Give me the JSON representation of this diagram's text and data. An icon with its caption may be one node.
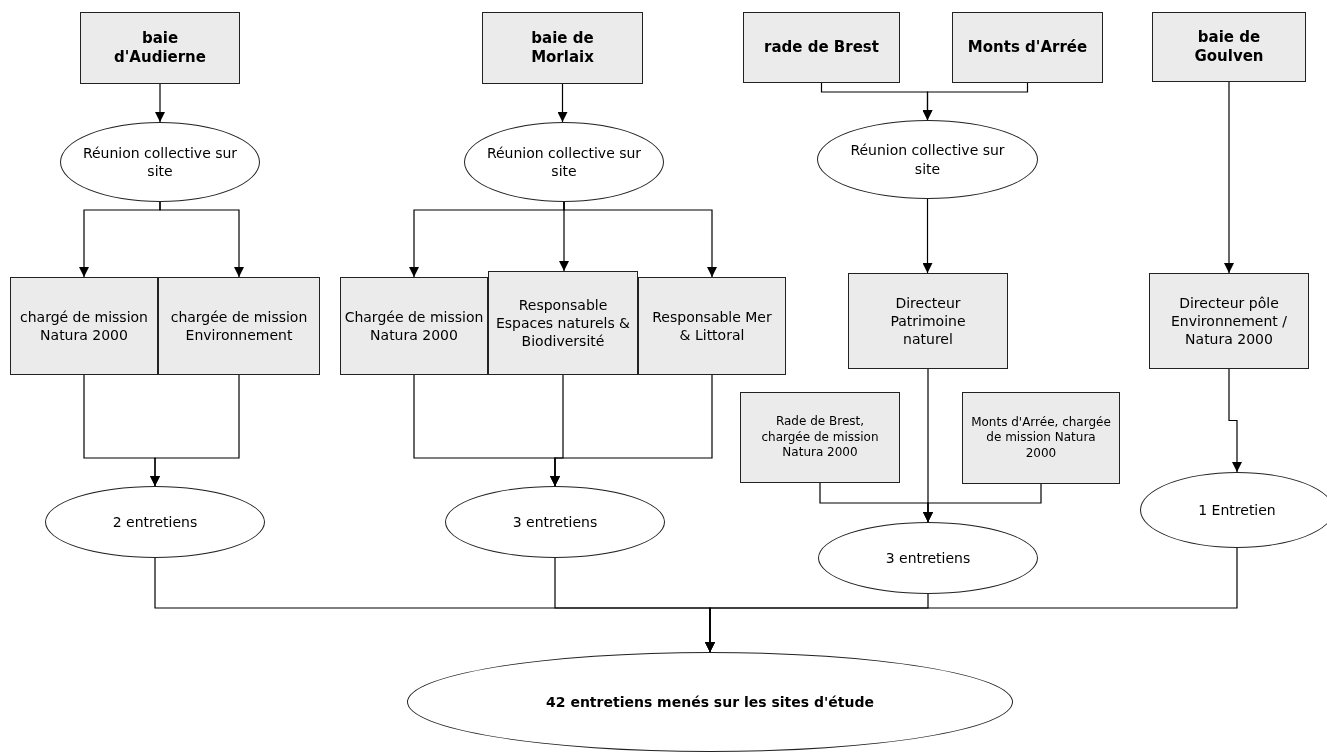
{
  "diagram": {
    "nodes": [
      {
        "text": [
          "baie d'Audierne"
        ]
      },
      {
        "text": [
          "baie de Morlaix"
        ]
      },
      {
        "text": [
          "rade de Brest"
        ]
      },
      {
        "text": [
          "Monts d'Arrée"
        ]
      },
      {
        "text": [
          "baie de Goulven"
        ]
      },
      {
        "text": [
          "Réunion collective sur site"
        ]
      },
      {
        "text": [
          "Réunion collective sur site"
        ]
      },
      {
        "text": [
          "Réunion collective sur site"
        ]
      },
      {
        "text": [
          "chargé de mission Natura 2000"
        ]
      },
      {
        "text": [
          "chargée de mission Environnement"
        ]
      },
      {
        "text": [
          "Chargée de mission Natura 2000"
        ]
      },
      {
        "text": [
          "Responsable Espaces naturels & Biodiversité"
        ]
      },
      {
        "text": [
          "Responsable Mer & Littoral"
        ]
      },
      {
        "text": [
          "Directeur Patrimoine naturel"
        ]
      },
      {
        "text": [
          "Directeur pôle Environnement / Natura 2000"
        ]
      },
      {
        "text": [
          "Rade de Brest, chargée de mission Natura 2000"
        ]
      },
      {
        "text": [
          "Monts d'Arrée, chargée de mission Natura 2000"
        ]
      },
      {
        "text": [
          "2 entretiens"
        ]
      },
      {
        "text": [
          "3 entretiens"
        ]
      },
      {
        "text": [
          "3 entretiens"
        ]
      },
      {
        "text": [
          "1 Entretien"
        ]
      },
      {
        "text": [
          "42 entretiens menés sur les sites d'étude"
        ]
      }
    ],
    "edges": [
      {
        "from": 0,
        "to": 5,
        "arrow": "to"
      },
      {
        "from": 1,
        "to": 6,
        "arrow": "to"
      },
      {
        "from": 2,
        "to": 7,
        "arrow": "to"
      },
      {
        "from": 3,
        "to": 7,
        "arrow": "to"
      },
      {
        "from": 5,
        "to": 8,
        "arrow": "to"
      },
      {
        "from": 5,
        "to": 9,
        "arrow": "to"
      },
      {
        "from": 6,
        "to": 10,
        "arrow": "to"
      },
      {
        "from": 6,
        "to": 11,
        "arrow": "to"
      },
      {
        "from": 6,
        "to": 12,
        "arrow": "to"
      },
      {
        "from": 7,
        "to": 13,
        "arrow": "to"
      },
      {
        "from": 4,
        "to": 14,
        "arrow": "to"
      },
      {
        "from": 8,
        "to": 17,
        "arrow": "to"
      },
      {
        "from": 9,
        "to": 17,
        "arrow": "to"
      },
      {
        "from": 10,
        "to": 18,
        "arrow": "to"
      },
      {
        "from": 11,
        "to": 18,
        "arrow": "to"
      },
      {
        "from": 12,
        "to": 18,
        "arrow": "to"
      },
      {
        "from": 13,
        "to": 19,
        "arrow": "to"
      },
      {
        "from": 15,
        "to": 19,
        "arrow": "to"
      },
      {
        "from": 16,
        "to": 19,
        "arrow": "to"
      },
      {
        "from": 14,
        "to": 20,
        "arrow": "to"
      },
      {
        "from": 17,
        "to": 21,
        "arrow": "to"
      },
      {
        "from": 18,
        "to": 21,
        "arrow": "to"
      },
      {
        "from": 19,
        "to": 21,
        "arrow": "to"
      },
      {
        "from": 20,
        "to": 21,
        "arrow": "to"
      }
    ]
  }
}
